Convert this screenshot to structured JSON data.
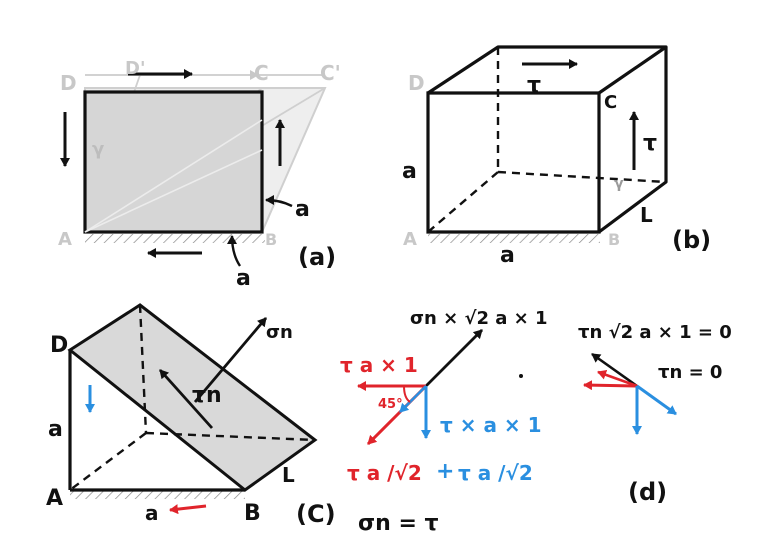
{
  "colors": {
    "ink": "#111111",
    "faint": "#c8c8c8",
    "shade": "#d9d9d9",
    "red": "#e0242b",
    "blue": "#2a8fe0"
  },
  "panel_a": {
    "vertex_D": "D",
    "vertex_D_prime": "D'",
    "vertex_C": "C",
    "vertex_C_prime": "C'",
    "vertex_A": "A",
    "vertex_B": "B",
    "angle": "γ",
    "dim_a_right": "a",
    "dim_a_bottom": "a",
    "caption": "(a)"
  },
  "panel_b": {
    "vertex_D": "D",
    "vertex_C": "C",
    "vertex_A": "A",
    "vertex_B": "B",
    "tau_top": "τ",
    "tau_right": "τ",
    "dim_height": "a",
    "dim_width": "a",
    "dim_depth": "L",
    "angle_mark": "γ",
    "caption": "(b)"
  },
  "panel_c": {
    "vertex_D": "D",
    "vertex_A": "A",
    "vertex_B": "B",
    "dim_height": "a",
    "dim_width": "a",
    "dim_depth": "L",
    "sigma_n": "σn",
    "tau_n": "τn",
    "caption": "(C)"
  },
  "equations": {
    "sigma_force": "σn × √2 a × 1",
    "tau_ax1_red": "τ a × 1",
    "angle_45": "45°",
    "tau_ax1_blue": "τ × a × 1",
    "components_red": "τ a /√2",
    "plus": "+",
    "components_blue": "τ a /√2",
    "result": "σn = τ"
  },
  "panel_d": {
    "tau_n_eq": "τn √2 a × 1 = 0",
    "tau_n_zero": "τn = 0",
    "caption": "(d)"
  }
}
